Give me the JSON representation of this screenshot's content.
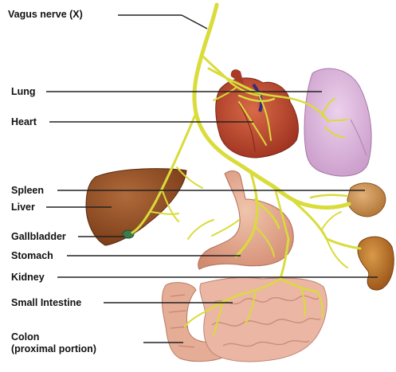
{
  "labels": {
    "vagus": "Vagus nerve (X)",
    "lung": "Lung",
    "heart": "Heart",
    "spleen": "Spleen",
    "liver": "Liver",
    "gallbladder": "Gallbladder",
    "stomach": "Stomach",
    "kidney": "Kidney",
    "small_intestine": "Small Intestine",
    "colon_line1": "Colon",
    "colon_line2": "(proximal portion)"
  },
  "colors": {
    "nerve": "#d9dc3a",
    "lung": "#dcb6dc",
    "heart": "#b8452c",
    "liver": "#8a4a22",
    "gallbladder": "#3d7a4a",
    "stomach": "#e2a58c",
    "spleen": "#c98b4a",
    "kidney": "#b86a24",
    "intestine": "#e9b2a0",
    "leader_line": "#222222"
  }
}
